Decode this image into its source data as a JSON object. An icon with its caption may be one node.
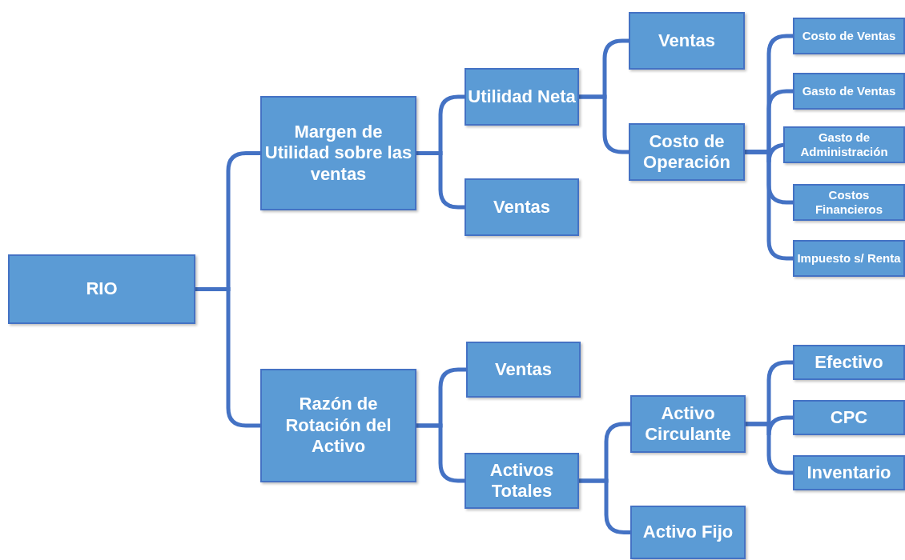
{
  "diagram": {
    "nodes": [
      {
        "text": [
          "RIO"
        ]
      },
      {
        "text": [
          "Margen de Utilidad sobre las ventas"
        ]
      },
      {
        "text": [
          "Razón de Rotación del Activo"
        ]
      },
      {
        "text": [
          "Utilidad Neta"
        ]
      },
      {
        "text": [
          "Ventas"
        ]
      },
      {
        "text": [
          "Ventas"
        ]
      },
      {
        "text": [
          "Costo de Operación"
        ]
      },
      {
        "text": [
          "Costo de Ventas"
        ]
      },
      {
        "text": [
          "Gasto de Ventas"
        ]
      },
      {
        "text": [
          "Gasto de Administración"
        ]
      },
      {
        "text": [
          "Costos Financieros"
        ]
      },
      {
        "text": [
          "Impuesto s/ Renta"
        ]
      },
      {
        "text": [
          "Ventas"
        ]
      },
      {
        "text": [
          "Activos Totales"
        ]
      },
      {
        "text": [
          "Activo Circulante"
        ]
      },
      {
        "text": [
          "Activo Fijo"
        ]
      },
      {
        "text": [
          "Efectivo"
        ]
      },
      {
        "text": [
          "CPC"
        ]
      },
      {
        "text": [
          "Inventario"
        ]
      }
    ],
    "edges": [
      {
        "from": 0,
        "to": 1,
        "arrow": "none"
      },
      {
        "from": 0,
        "to": 2,
        "arrow": "none"
      },
      {
        "from": 1,
        "to": 3,
        "arrow": "none"
      },
      {
        "from": 1,
        "to": 4,
        "arrow": "none"
      },
      {
        "from": 3,
        "to": 5,
        "arrow": "none"
      },
      {
        "from": 3,
        "to": 6,
        "arrow": "none"
      },
      {
        "from": 6,
        "to": 7,
        "arrow": "none"
      },
      {
        "from": 6,
        "to": 8,
        "arrow": "none"
      },
      {
        "from": 6,
        "to": 9,
        "arrow": "none"
      },
      {
        "from": 6,
        "to": 10,
        "arrow": "none"
      },
      {
        "from": 6,
        "to": 11,
        "arrow": "none"
      },
      {
        "from": 2,
        "to": 12,
        "arrow": "none"
      },
      {
        "from": 2,
        "to": 13,
        "arrow": "none"
      },
      {
        "from": 13,
        "to": 14,
        "arrow": "none"
      },
      {
        "from": 13,
        "to": 15,
        "arrow": "none"
      },
      {
        "from": 14,
        "to": 16,
        "arrow": "none"
      },
      {
        "from": 14,
        "to": 17,
        "arrow": "none"
      },
      {
        "from": 14,
        "to": 18,
        "arrow": "none"
      }
    ]
  }
}
